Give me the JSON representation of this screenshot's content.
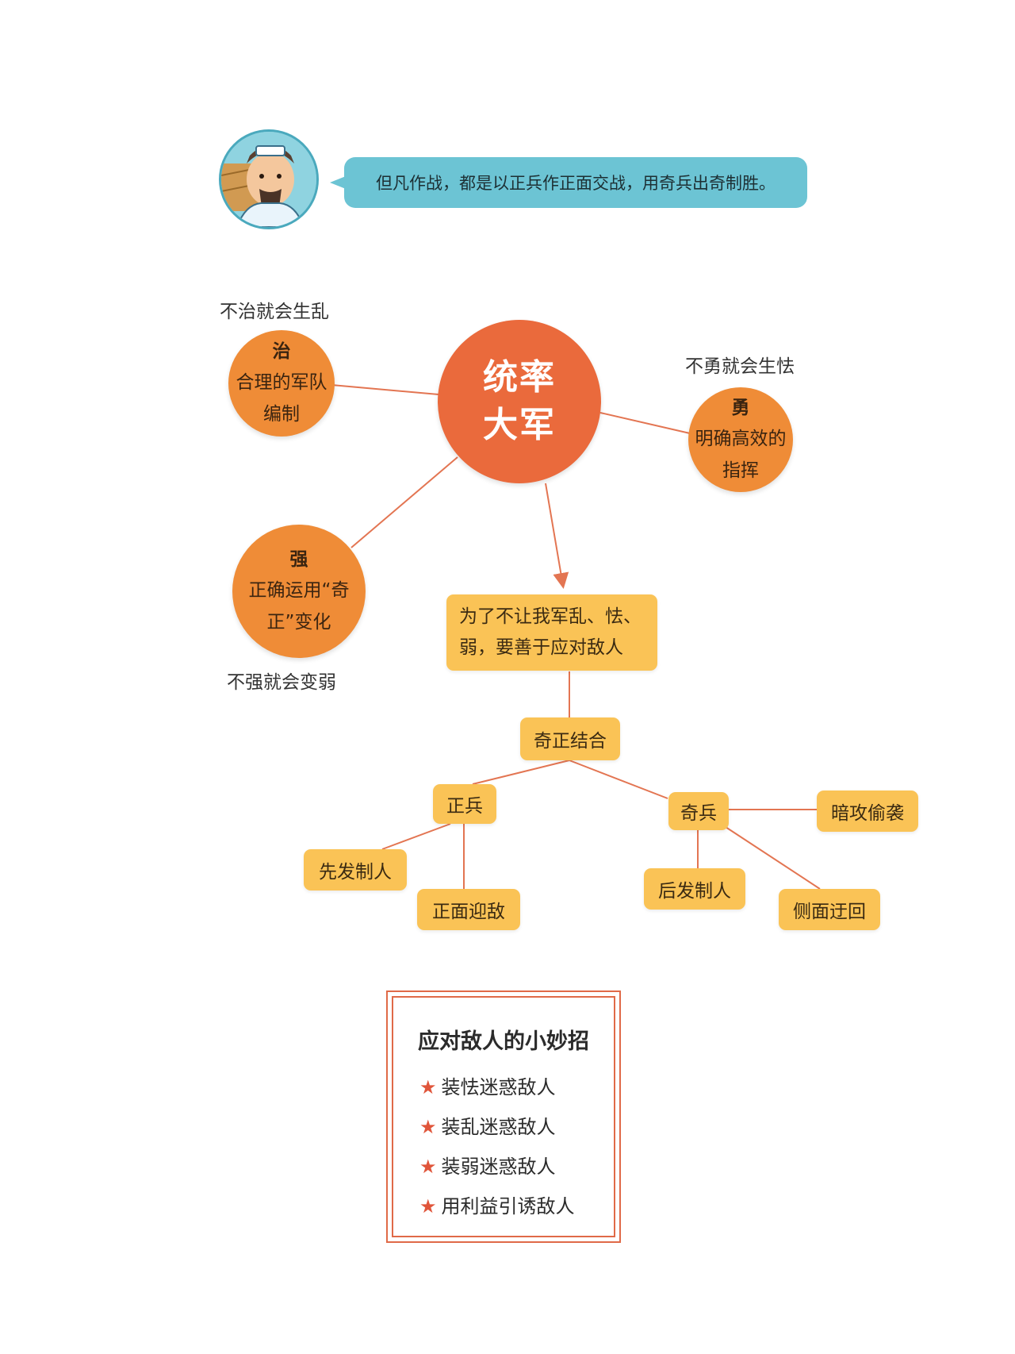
{
  "speech": {
    "text": "但凡作战，都是以正兵作正面交战，用奇兵出奇制胜。"
  },
  "notes": {
    "top_left": "不治就会生乱",
    "right": "不勇就会生怯",
    "bottom_left": "不强就会变弱"
  },
  "center": {
    "line1": "统率",
    "line2": "大军"
  },
  "circles": {
    "zhi": {
      "title": "治",
      "line1": "合理的军队",
      "line2": "编制"
    },
    "yong": {
      "title": "勇",
      "line1": "明确高效的",
      "line2": "指挥"
    },
    "qiang": {
      "title": "强",
      "line1": "正确运用“奇",
      "line2": "正”变化"
    }
  },
  "boxes": {
    "goal": "为了不让我军乱、怯、弱，要善于应对敌人",
    "combine": "奇正结合",
    "zhengbing": "正兵",
    "qibing": "奇兵",
    "xianfa": "先发制人",
    "zhengmian": "正面迎敌",
    "houfa": "后发制人",
    "cemian": "侧面迂回",
    "angong": "暗攻偷袭"
  },
  "tips": {
    "title": "应对敌人的小妙招",
    "star": "★",
    "items": [
      "装怯迷惑敌人",
      "装乱迷惑敌人",
      "装弱迷惑敌人",
      "用利益引诱敌人"
    ]
  },
  "colors": {
    "line": "#e37552",
    "center_circle": "#ea6a3c",
    "side_circle": "#ef8c37",
    "box": "#fac356",
    "bubble": "#6cc4d4",
    "panel_border": "#e06a48"
  }
}
